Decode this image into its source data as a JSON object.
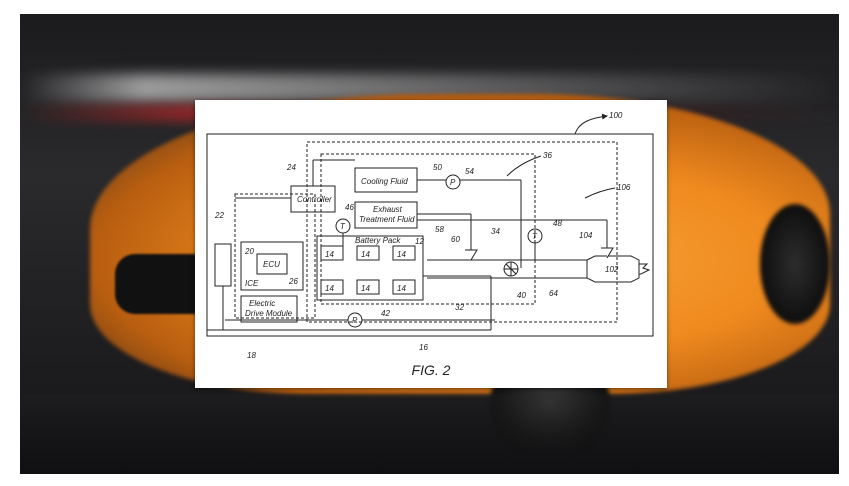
{
  "figure": {
    "caption": "FIG. 2",
    "labels": {
      "controller": "Controller",
      "cooling_fluid": "Cooling Fluid",
      "exhaust_line1": "Exhaust",
      "exhaust_line2": "Treatment Fluid",
      "battery_pack": "Battery Pack",
      "ecu": "ECU",
      "ice": "ICE",
      "edm_line1": "Electric",
      "edm_line2": "Drive Module",
      "pump": "P",
      "temp": "T",
      "cell": "14"
    },
    "refs": {
      "r100": "100",
      "r36": "36",
      "r50": "50",
      "r54": "54",
      "r24": "24",
      "r106": "106",
      "r46": "46",
      "r48": "48",
      "r22": "22",
      "r58": "58",
      "r60": "60",
      "r34": "34",
      "r104": "104",
      "r12": "12",
      "r20": "20",
      "r26": "26",
      "r102": "102",
      "r40": "40",
      "r64": "64",
      "r32": "32",
      "r42": "42",
      "r18": "18",
      "r16": "16"
    }
  }
}
